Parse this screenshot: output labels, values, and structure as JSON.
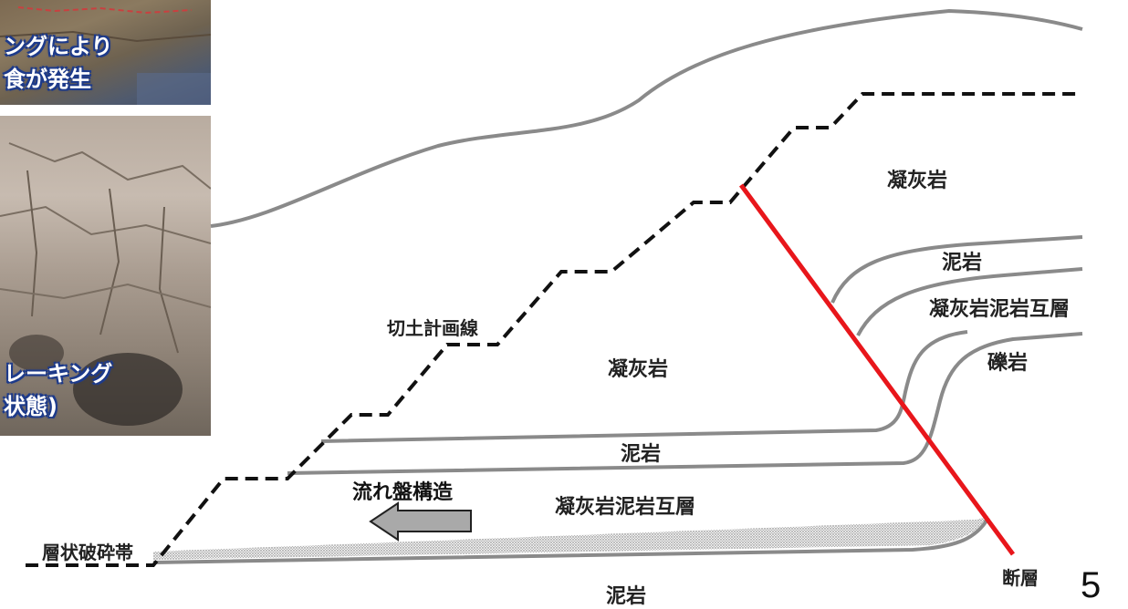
{
  "photos": {
    "top_caption_line1": "ングにより",
    "top_caption_line2": "食が発生",
    "bottom_caption_line1": "レーキング",
    "bottom_caption_line2": "状態)"
  },
  "labels": {
    "tuff_upper": "凝灰岩",
    "mudstone_right": "泥岩",
    "alternation_right": "凝灰岩泥岩互層",
    "conglomerate": "礫岩",
    "cut_plan_line": "切土計画線",
    "tuff_middle": "凝灰岩",
    "mudstone_middle": "泥岩",
    "flow_structure": "流れ盤構造",
    "alternation_middle": "凝灰岩泥岩互層",
    "layered_fracture_zone": "層状破砕帯",
    "fault": "断層",
    "mudstone_bottom": "泥岩"
  },
  "page_number": "5",
  "colors": {
    "fault": "#e8161b",
    "ground_line": "#8a8a8a",
    "cut_line": "#111111",
    "arrow_fill": "#a9a9a9",
    "caption_outline": "#1d3a8a"
  }
}
